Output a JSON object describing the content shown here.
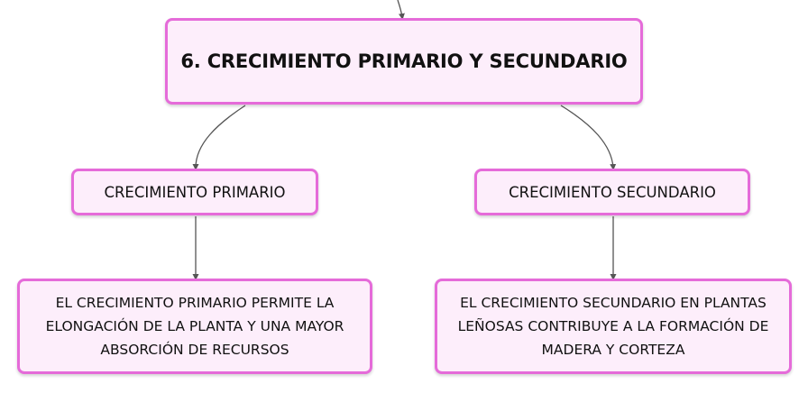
{
  "diagram": {
    "main": {
      "label": "6. CRECIMIENTO PRIMARIO Y SECUNDARIO"
    },
    "primary": {
      "label": "CRECIMIENTO PRIMARIO",
      "description": "EL CRECIMIENTO PRIMARIO PERMITE LA ELONGACIÓN DE LA PLANTA Y UNA MAYOR ABSORCIÓN DE RECURSOS"
    },
    "secondary": {
      "label": "CRECIMIENTO SECUNDARIO",
      "description": "EL CRECIMIENTO SECUNDARIO EN PLANTAS LEÑOSAS CONTRIBUYE A LA FORMACIÓN DE MADERA Y CORTEZA"
    }
  },
  "colors": {
    "node_border": "#e56bd9",
    "node_fill": "#fdeefb",
    "connector": "#555555"
  }
}
